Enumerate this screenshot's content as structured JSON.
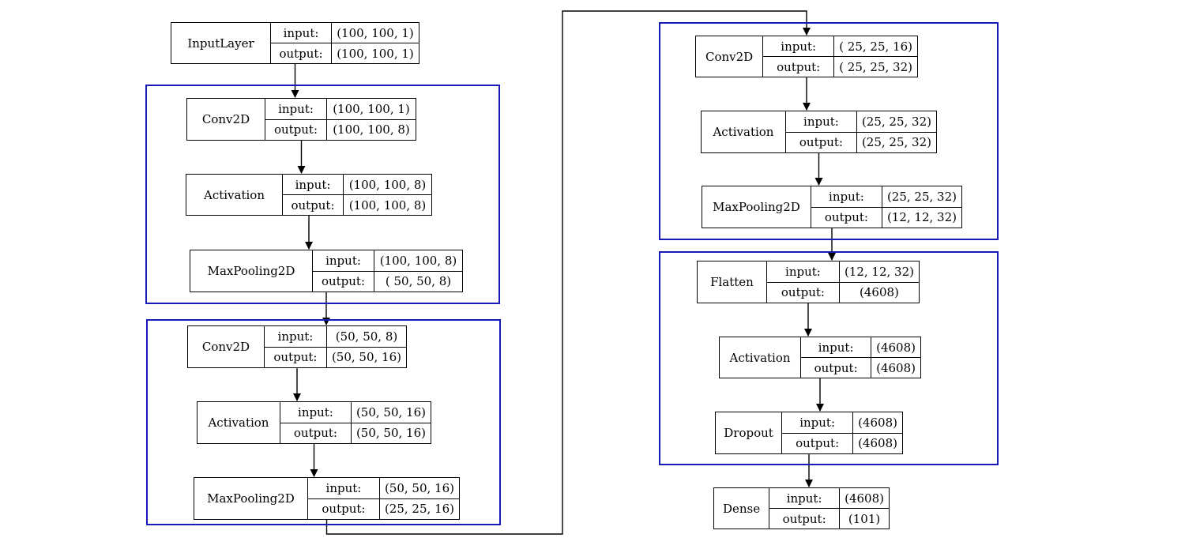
{
  "ports": {
    "input_label": "input:",
    "output_label": "output:"
  },
  "colors": {
    "group_border": "#1a1ab8",
    "edge": "#000000",
    "node_border": "#000000"
  },
  "nodes": [
    {
      "id": "n0",
      "name": "InputLayer",
      "input": "(100, 100, 1)",
      "output": "(100, 100, 1)"
    },
    {
      "id": "n1",
      "name": "Conv2D",
      "input": "(100, 100, 1)",
      "output": "(100, 100, 8)"
    },
    {
      "id": "n2",
      "name": "Activation",
      "input": "(100, 100, 8)",
      "output": "(100, 100, 8)"
    },
    {
      "id": "n3",
      "name": "MaxPooling2D",
      "input": "(100, 100, 8)",
      "output": "( 50, 50, 8)"
    },
    {
      "id": "n4",
      "name": "Conv2D",
      "input": "(50, 50, 8)",
      "output": "(50, 50, 16)"
    },
    {
      "id": "n5",
      "name": "Activation",
      "input": "(50, 50, 16)",
      "output": "(50, 50, 16)"
    },
    {
      "id": "n6",
      "name": "MaxPooling2D",
      "input": "(50, 50, 16)",
      "output": "(25, 25, 16)"
    },
    {
      "id": "n7",
      "name": "Conv2D",
      "input": "( 25, 25, 16)",
      "output": "( 25, 25, 32)"
    },
    {
      "id": "n8",
      "name": "Activation",
      "input": "(25, 25, 32)",
      "output": "(25, 25, 32)"
    },
    {
      "id": "n9",
      "name": "MaxPooling2D",
      "input": "(25, 25, 32)",
      "output": "(12, 12, 32)"
    },
    {
      "id": "n10",
      "name": "Flatten",
      "input": "(12, 12, 32)",
      "output": "(4608)"
    },
    {
      "id": "n11",
      "name": "Activation",
      "input": "(4608)",
      "output": "(4608)"
    },
    {
      "id": "n12",
      "name": "Dropout",
      "input": "(4608)",
      "output": "(4608)"
    },
    {
      "id": "n13",
      "name": "Dense",
      "input": "(4608)",
      "output": "(101)"
    }
  ],
  "edges": [
    {
      "from": "n0",
      "to": "n1"
    },
    {
      "from": "n1",
      "to": "n2"
    },
    {
      "from": "n2",
      "to": "n3"
    },
    {
      "from": "n3",
      "to": "n4"
    },
    {
      "from": "n4",
      "to": "n5"
    },
    {
      "from": "n5",
      "to": "n6"
    },
    {
      "from": "n6",
      "to": "n7"
    },
    {
      "from": "n7",
      "to": "n8"
    },
    {
      "from": "n8",
      "to": "n9"
    },
    {
      "from": "n9",
      "to": "n10"
    },
    {
      "from": "n10",
      "to": "n11"
    },
    {
      "from": "n11",
      "to": "n12"
    },
    {
      "from": "n12",
      "to": "n13"
    }
  ]
}
